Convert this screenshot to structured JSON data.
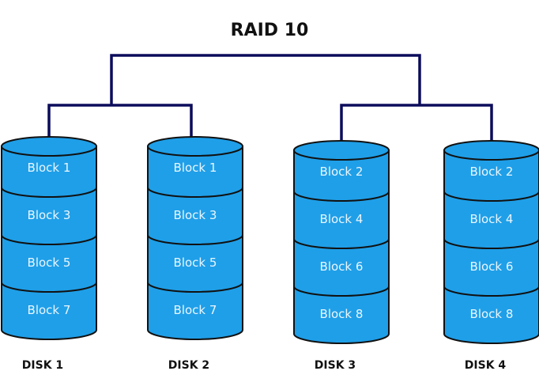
{
  "title": "RAID 10",
  "colors": {
    "disk_fill": "#1f9fe8",
    "outline": "#111111",
    "connector": "#0c0c5c"
  },
  "disks": [
    {
      "label": "DISK 1",
      "blocks": [
        "Block 1",
        "Block 3",
        "Block 5",
        "Block 7"
      ]
    },
    {
      "label": "DISK 2",
      "blocks": [
        "Block 1",
        "Block 3",
        "Block 5",
        "Block 7"
      ]
    },
    {
      "label": "DISK 3",
      "blocks": [
        "Block 2",
        "Block 4",
        "Block 6",
        "Block 8"
      ]
    },
    {
      "label": "DISK 4",
      "blocks": [
        "Block 2",
        "Block 4",
        "Block 6",
        "Block 8"
      ]
    }
  ]
}
